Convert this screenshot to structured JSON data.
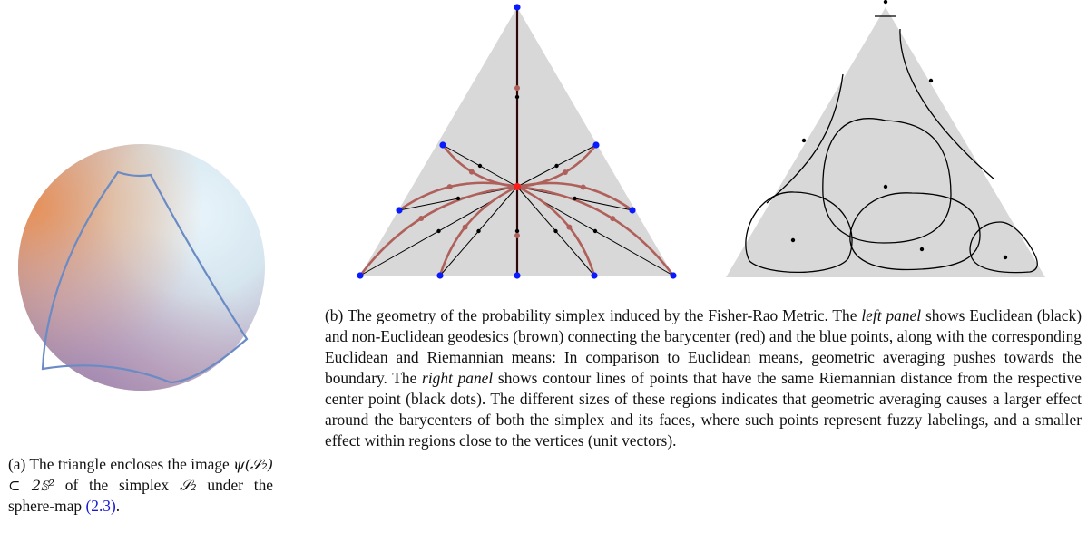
{
  "figure_a": {
    "caption_label": "(a)",
    "caption_parts": [
      "The triangle encloses the image ",
      " of the simplex ",
      " under the sphere-map "
    ],
    "math_image": "ψ(𝒮₂) ⊂ 2𝕊²",
    "math_simplex": "𝒮₂",
    "equation_ref": "(2.3)",
    "caption_end": ".",
    "colors": {
      "sphere_warm": "#e9a06a",
      "sphere_cool": "#cfe6f5",
      "sphere_purple": "#7b6797",
      "outline": "#5b7fb8"
    }
  },
  "figure_b": {
    "caption_label": "(b)",
    "text_1": "The geometry of the probability simplex induced by the Fisher-Rao Metric. The ",
    "left_panel": "left panel",
    "text_2": " shows Euclidean (black) and non-Euclidean geodesics (brown) connecting the barycenter (red) and the blue points, along with the corresponding Euclidean and Riemannian means: In comparison to Euclidean means, geometric averaging pushes towards the boundary. The ",
    "right_panel": "right panel",
    "text_3": " shows contour lines of points that have the same Riemannian distance from the respective center point (black dots). The different sizes of these regions indicates that geometric averaging causes a larger effect around the barycenters of both the simplex and its faces, where such points represent fuzzy labelings, and a smaller effect within regions close to the vertices (unit vectors).",
    "colors": {
      "simplex_fill": "#d8d8d8",
      "euclidean": "#000000",
      "geodesic": "#b0605a",
      "geodesic_dark": "#5a1010",
      "barycenter": "#ff1a1a",
      "points": "#0a1aff"
    }
  }
}
